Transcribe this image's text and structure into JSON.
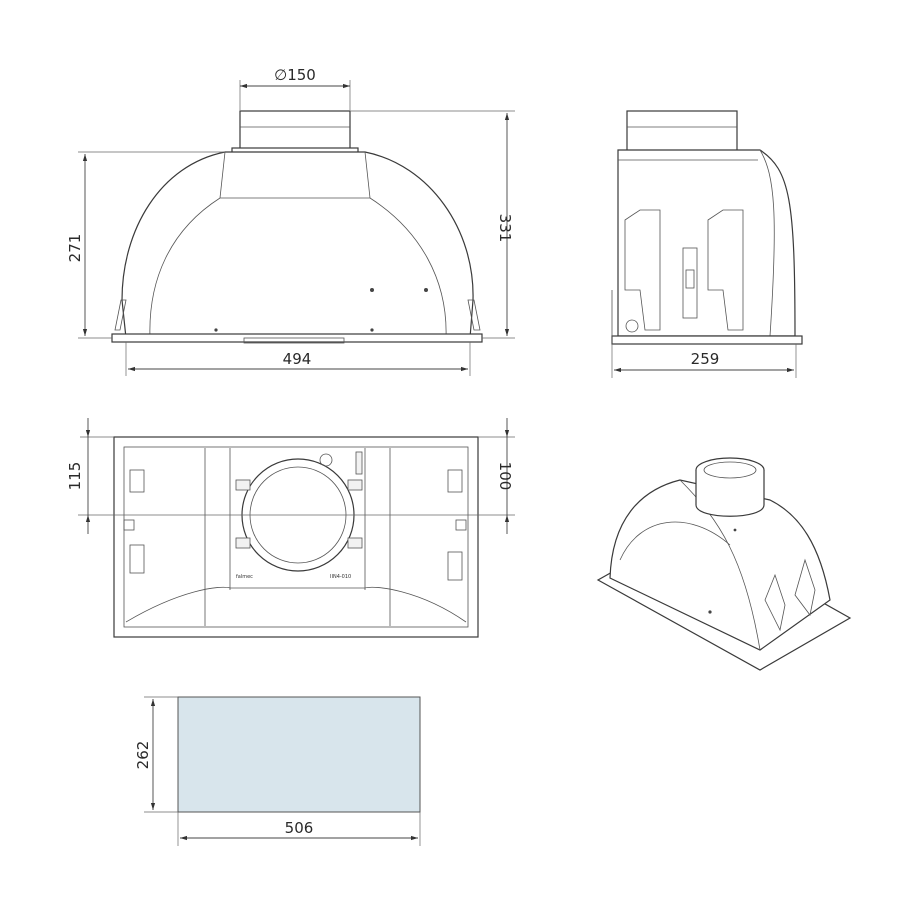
{
  "front_view": {
    "duct_diameter": "∅150",
    "height_body": "271",
    "height_total": "331",
    "width": "494"
  },
  "side_view": {
    "depth": "259"
  },
  "top_view": {
    "offset_left": "115",
    "offset_right": "100",
    "brand_mark": "falmec",
    "label_small": "IIN4-010"
  },
  "filter_panel": {
    "height": "262",
    "width": "506",
    "fill_color": "#d8e5ec"
  }
}
